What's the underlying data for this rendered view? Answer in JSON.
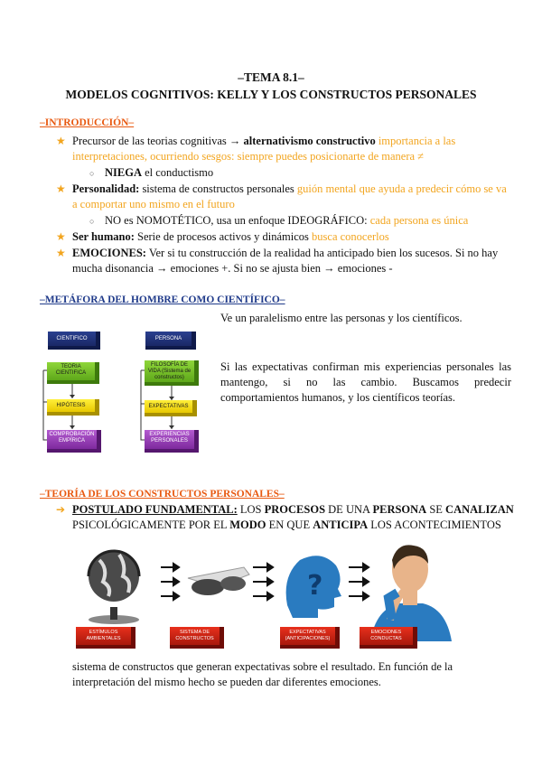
{
  "header": {
    "tema": "–TEMA 8.1–",
    "subtitle": "MODELOS COGNITIVOS: KELLY Y LOS CONSTRUCTOS PERSONALES"
  },
  "intro": {
    "heading": "–INTRODUCCIÓN–",
    "b1_a": "Precursor de las teorias cognitivas → ",
    "b1_b": "alternativismo constructivo",
    "b1_c": " importancia a las interpretaciones, ocurriendo sesgos: siempre puedes posicionarte de manera ≠",
    "b1_sub_bold": "NIEGA",
    "b1_sub_rest": " el conductismo",
    "b2_bold": "Personalidad:",
    "b2_rest": " sistema de constructos personales ",
    "b2_orange": "guión mental que ayuda a predecir cómo se va a comportar uno mismo en el futuro",
    "b2_sub": "NO es NOMOTÉTICO, usa un enfoque IDEOGRÁFICO: ",
    "b2_sub_orange": "cada persona es única",
    "b3_bold": "Ser humano:",
    "b3_rest": " Serie de procesos activos y dinámicos ",
    "b3_orange": "busca conocerlos",
    "b4_bold": "EMOCIONES:",
    "b4_rest": " Ver si tu construcción de la realidad ha anticipado bien los sucesos. Si no hay mucha disonancia → emociones +. Si no se ajusta bien → emociones -"
  },
  "metafora": {
    "heading": "–METÁFORA DEL HOMBRE COMO CIENTÍFICO–",
    "p1": "Ve un paralelismo entre las personas y los científicos.",
    "p2": "Si las expectativas confirman mis experiencias personales las mantengo, si no las cambio. Buscamos predecir comportamientos humanos, y los científicos teorías.",
    "diagram": {
      "left_title": "CIENTIFICO",
      "left_1": "TEORIA CIENTIFICA",
      "left_2": "HIPÓTESIS",
      "left_3": "COMPROBACIÓN EMPÍRICA",
      "right_title": "PERSONA",
      "right_1": "FILOSOFÍA DE VIDA (Sistema de constructos)",
      "right_2": "EXPECTATIVAS",
      "right_3": "EXPERIENCIAS PERSONALES"
    }
  },
  "teoria": {
    "heading": "–TEORÍA DE  LOS CONSTRUCTOS PERSONALES–",
    "postulado_label": "POSTULADO FUNDAMENTAL:",
    "postulado_1": " LOS ",
    "postulado_2": "PROCESOS",
    "postulado_3": " DE UNA ",
    "postulado_4": "PERSONA",
    "postulado_5": " SE ",
    "postulado_6": "CANALIZAN",
    "postulado_line2_a": "PSICOLÓGICAMENTE POR EL ",
    "postulado_line2_b": "MODO",
    "postulado_line2_c": " EN QUE ",
    "postulado_line2_d": "ANTICIPA",
    "postulado_line2_e": " LOS ACONTECIMIENTOS",
    "labels": [
      "ESTÍMULOS AMBIENTALES",
      "SISTEMA DE CONSTRUCTOS",
      "EXPECTATIVAS (ANTICIPACIONES)",
      "EMOCIONES CONDUCTAS"
    ],
    "closing": "sistema de constructos que generan expectativas sobre el resultado. En función de la interpretación del mismo hecho se pueden dar diferentes emociones."
  },
  "colors": {
    "orange": "#f2a51f",
    "section_orange": "#e8580f",
    "navy": "#1f3a8a"
  },
  "icons": [
    "star-bullet-icon",
    "circle-bullet-icon",
    "arrow-bullet-icon",
    "globe-icon",
    "glasses-icon",
    "head-question-icon",
    "thinking-man-icon"
  ]
}
